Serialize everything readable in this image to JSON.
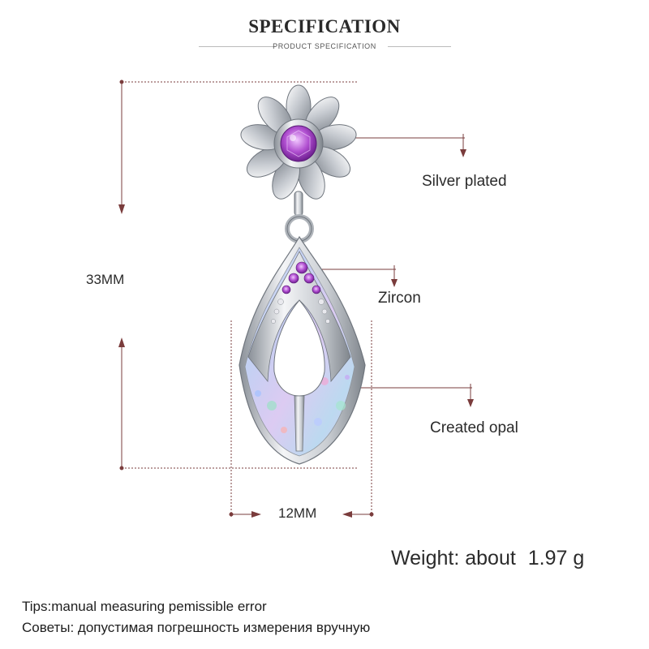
{
  "header": {
    "title": "SPECIFICATION",
    "subtitle": "PRODUCT SPECIFICATION"
  },
  "dimensions": {
    "height": "33MM",
    "width": "12MM"
  },
  "materials": {
    "top": "Silver plated",
    "middle": "Zircon",
    "bottom": "Created opal"
  },
  "weight": {
    "label": "Weight: about",
    "value": "1.97 g"
  },
  "tips": {
    "english": "Tips:manual measuring pemissible error",
    "russian": "Советы: допустимая погрешность измерения вручную"
  },
  "colors": {
    "dimension_line": "#7a3c3c",
    "silver": "#cfd3d8",
    "zircon": "#b04fd0",
    "opal": "#c9d6f2"
  },
  "icons": [
    "flower-earring-icon",
    "drop-pendant-icon"
  ]
}
